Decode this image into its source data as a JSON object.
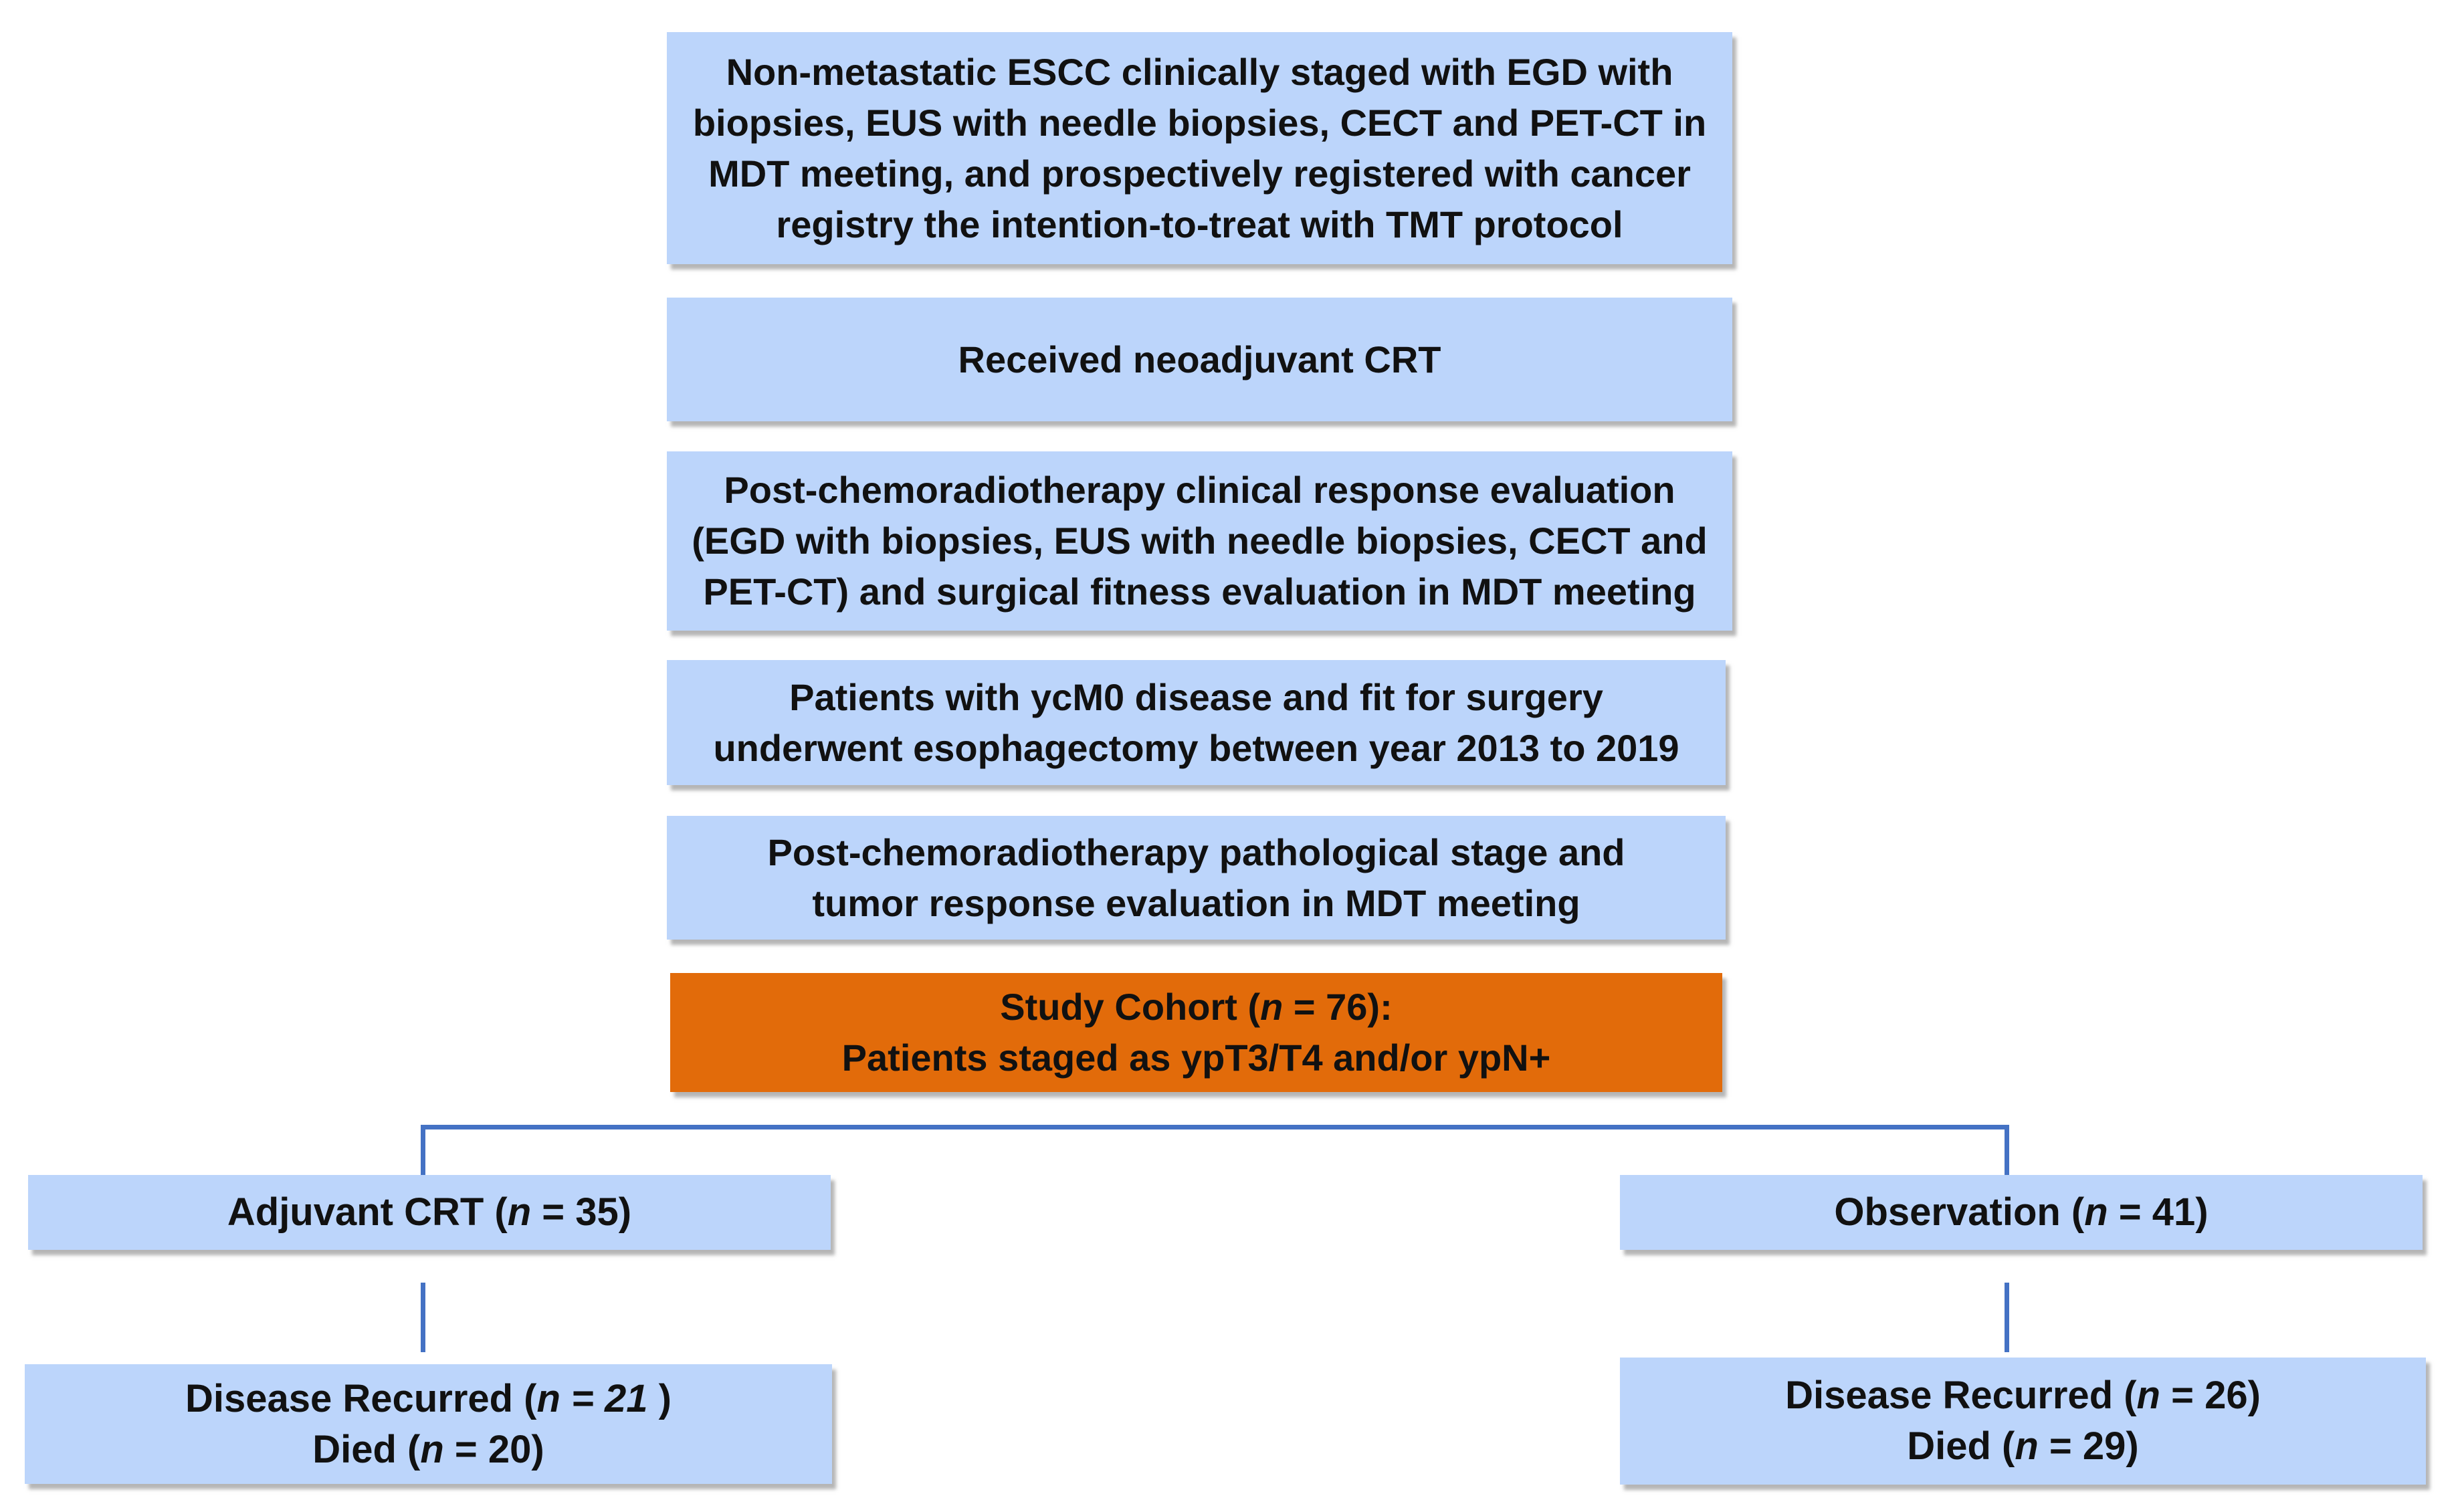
{
  "boxes": {
    "eligibility": {
      "lines": [
        "Non-metastatic ESCC clinically staged with EGD with",
        "biopsies, EUS with needle biopsies, CECT and PET-CT in",
        "MDT meeting, and prospectively registered with cancer",
        "registry the intention-to-treat with TMT protocol"
      ]
    },
    "neoadjuvant": {
      "text": "Received neoadjuvant CRT"
    },
    "clinical_response": {
      "lines": [
        "Post-chemoradiotherapy clinical response evaluation",
        "(EGD with biopsies, EUS with needle biopsies, CECT and",
        "PET-CT) and surgical fitness evaluation in MDT meeting"
      ]
    },
    "surgery": {
      "lines": [
        "Patients with ycM0 disease and fit for surgery",
        "underwent esophagectomy between year 2013 to 2019"
      ]
    },
    "pathological": {
      "lines": [
        "Post-chemoradiotherapy pathological stage and",
        "tumor response evaluation in MDT meeting"
      ]
    },
    "study_cohort": {
      "prefix": "Study Cohort (",
      "n_symbol": "n",
      "equals": " = 76):",
      "line2": "Patients staged as ypT3/T4 and/or ypN+"
    },
    "adjuvant": {
      "prefix": "Adjuvant CRT (",
      "n_symbol": "n",
      "suffix": " = 35)"
    },
    "observation": {
      "prefix": "Observation (",
      "n_symbol": "n",
      "suffix": " = 41)"
    },
    "adjuvant_outcome": {
      "recur_prefix": "Disease Recurred (",
      "recur_n": "n = 21",
      "recur_suffix": " )",
      "died_prefix": "Died (",
      "died_n": "n",
      "died_suffix": " = 20)"
    },
    "observation_outcome": {
      "recur_prefix": "Disease Recurred (",
      "recur_n": "n",
      "recur_suffix": " = 26)",
      "died_prefix": "Died (",
      "died_n": "n",
      "died_suffix": " = 29)"
    }
  },
  "colors": {
    "box_fill": "#bcd5fb",
    "cohort_fill": "#e26b0a",
    "connector": "#4472c4"
  }
}
